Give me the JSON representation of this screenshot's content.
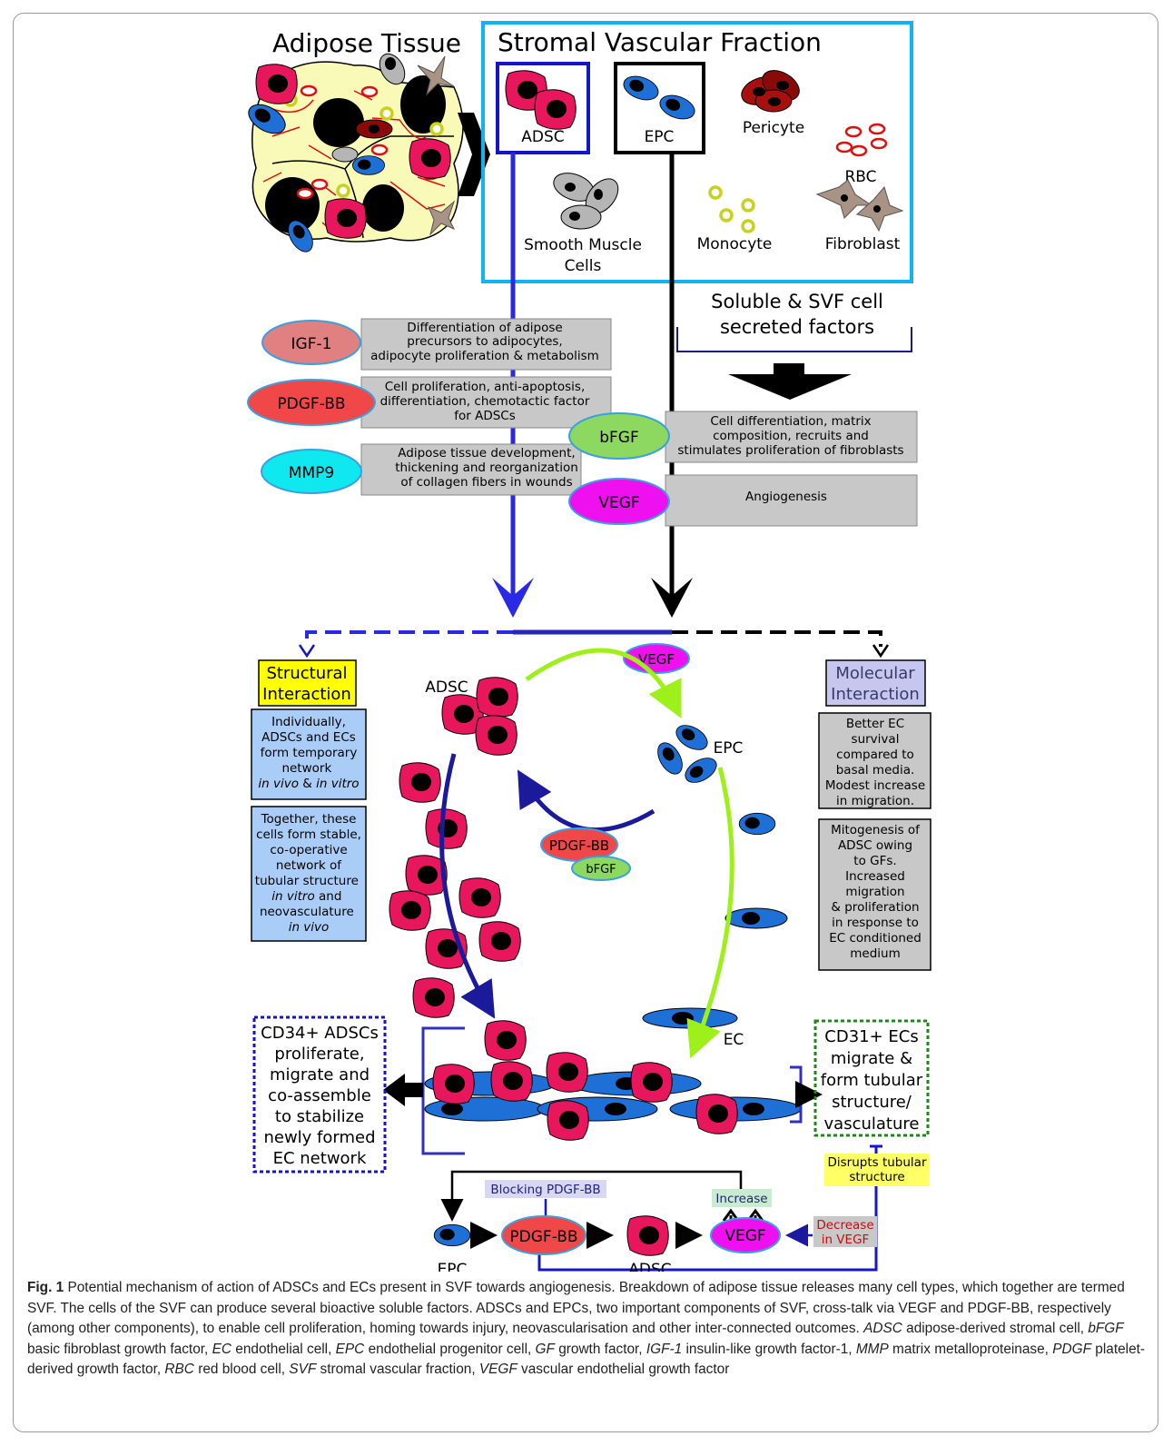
{
  "top": {
    "adipose_title": "Adipose Tissue",
    "svf_title": "Stromal Vascular Fraction",
    "adsc": "ADSC",
    "epc": "EPC",
    "pericyte": "Pericyte",
    "rbc": "RBC",
    "smc_l1": "Smooth Muscle",
    "smc_l2": "Cells",
    "monocyte": "Monocyte",
    "fibroblast": "Fibroblast",
    "soluble_l1": "Soluble & SVF cell",
    "soluble_l2": "secreted factors"
  },
  "factors": {
    "igf1": "IGF-1",
    "igf1_desc": [
      "Differentiation of adipose",
      "precursors to adipocytes,",
      "adipocyte proliferation & metabolism"
    ],
    "pdgfbb": "PDGF-BB",
    "pdgfbb_desc": [
      "Cell proliferation, anti-apoptosis,",
      "differentiation, chemotactic factor",
      "for ADSCs"
    ],
    "mmp9": "MMP9",
    "mmp9_desc": [
      "Adipose tissue development,",
      "thickening and reorganization",
      "of collagen fibers in wounds"
    ],
    "bfgf": "bFGF",
    "bfgf_desc": [
      "Cell differentiation, matrix",
      "composition, recruits and",
      "stimulates proliferation of fibroblasts"
    ],
    "vegf": "VEGF",
    "vegf_desc": "Angiogenesis"
  },
  "structural": {
    "title_l1": "Structural",
    "title_l2": "Interaction",
    "box1": [
      "Individually,",
      "ADSCs and ECs",
      "form temporary",
      "network"
    ],
    "box1_last_a": "in vivo",
    "box1_last_b": " & ",
    "box1_last_c": "in vitro",
    "box2": [
      "Together, these",
      "cells form stable,",
      "co-operative",
      "network of",
      "tubular structure"
    ],
    "box2_l6_a": "in vitro",
    "box2_l6_b": " and",
    "box2_l7": "neovasculature",
    "box2_l8": "in vivo"
  },
  "molecular": {
    "title_l1": "Molecular",
    "title_l2": "Interaction",
    "box1": [
      "Better EC",
      "survival",
      "compared to",
      "basal media.",
      "Modest increase",
      "in migration."
    ],
    "box2": [
      "Mitogenesis of",
      "ADSC owing",
      "to GFs.",
      "Increased",
      "migration",
      "& proliferation",
      "in response to",
      "EC conditioned",
      "medium"
    ]
  },
  "middle": {
    "vegf": "VEGF",
    "adsc": "ADSC",
    "epc": "EPC",
    "pdgfbb": "PDGF-BB",
    "bfgf": "bFGF",
    "ec": "EC"
  },
  "outcomes": {
    "left": [
      "CD34+ ADSCs",
      "proliferate,",
      "migrate and",
      "co-assemble",
      "to stabilize",
      "newly formed",
      "EC network"
    ],
    "right": [
      "CD31+ ECs",
      "migrate &",
      "form tubular",
      "structure/",
      "vasculature"
    ]
  },
  "bottom": {
    "disrupts": [
      "Disrupts tubular",
      "structure"
    ],
    "blocking": "Blocking PDGF-BB",
    "increase": "Increase",
    "decrease": [
      "Decrease",
      "in VEGF"
    ],
    "epc": "EPC",
    "pdgfbb": "PDGF-BB",
    "adsc": "ADSC",
    "vegf": "VEGF"
  },
  "caption": {
    "fig": "Fig. 1",
    "main": " Potential mechanism of action of ADSCs and ECs present in SVF towards angiogenesis. Breakdown of adipose tissue releases many cell types, which together are termed SVF. The cells of the SVF can produce several bioactive soluble factors. ADSCs and EPCs, two important components of SVF, cross-talk via VEGF and PDGF-BB, respectively (among other components), to enable cell proliferation, homing towards injury, neovascularisation and other inter-connected outcomes. ",
    "abbr": [
      {
        "t": "ADSC",
        "d": " adipose-derived stromal cell, "
      },
      {
        "t": "bFGF",
        "d": " basic fibroblast growth factor, "
      },
      {
        "t": "EC",
        "d": " endothelial cell, "
      },
      {
        "t": "EPC",
        "d": " endothelial progenitor cell, "
      },
      {
        "t": "GF",
        "d": " growth factor, "
      },
      {
        "t": "IGF-1",
        "d": " insulin-like growth factor-1, "
      },
      {
        "t": "MMP",
        "d": " matrix metalloproteinase, "
      },
      {
        "t": "PDGF",
        "d": " platelet-derived growth factor, "
      },
      {
        "t": "RBC",
        "d": " red blood cell, "
      },
      {
        "t": "SVF",
        "d": " stromal vascular fraction, "
      },
      {
        "t": "VEGF",
        "d": " vascular endothelial growth factor"
      }
    ]
  }
}
